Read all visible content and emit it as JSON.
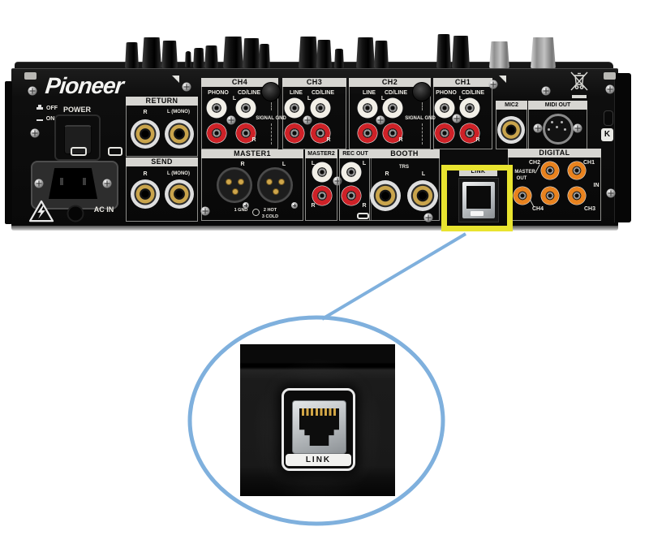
{
  "brand": "Pioneer",
  "colors": {
    "highlight_yellow": "#e9e42f",
    "callout_blue": "#7fb0dd",
    "rca_red": "#ce2127",
    "rca_white": "#f2efe7",
    "rca_orange": "#e8821e"
  },
  "power": {
    "off": "OFF",
    "on": "ON",
    "power": "POWER",
    "ac_in": "AC IN"
  },
  "return_section": {
    "title": "RETURN",
    "right": "R",
    "left": "L (MONO)"
  },
  "send_section": {
    "title": "SEND",
    "right": "R",
    "left": "L (MONO)"
  },
  "channels": [
    {
      "name": "CH4",
      "jack_left": "PHONO",
      "jack_right": "CD/LINE",
      "l": "L",
      "r": "R"
    },
    {
      "name": "CH3",
      "jack_left": "LINE",
      "jack_right": "CD/LINE",
      "l": "L",
      "r": "R"
    },
    {
      "name": "CH2",
      "jack_left": "LINE",
      "jack_right": "CD/LINE",
      "l": "L",
      "r": "R"
    },
    {
      "name": "CH1",
      "jack_left": "PHONO",
      "jack_right": "CD/LINE",
      "l": "L",
      "r": "R"
    }
  ],
  "signal_gnd": "SIGNAL GND",
  "master1": {
    "title": "MASTER1",
    "r": "R",
    "l": "L",
    "pin1": "1 GND",
    "pin2": "2 HOT",
    "pin3": "3 COLD"
  },
  "master2": {
    "title": "MASTER2",
    "l": "L",
    "r": "R"
  },
  "rec_out": {
    "title": "REC OUT",
    "l": "L",
    "r": "R"
  },
  "booth": {
    "title": "BOOTH",
    "trs": "TRS",
    "r": "R",
    "l": "L"
  },
  "link": {
    "title": "LINK"
  },
  "mic2": {
    "title": "MIC2"
  },
  "midi_out": {
    "title": "MIDI OUT"
  },
  "digital": {
    "title": "DIGITAL",
    "ch2": "CH2",
    "ch1": "CH1",
    "master": "MASTER",
    "out": "OUT",
    "in": "IN",
    "ch4": "CH4",
    "ch3": "CH3"
  },
  "inset": {
    "port_label": "LINK"
  },
  "icons": {
    "kensington_letter": "K",
    "weee": "crossed-out-wheeled-bin",
    "hazard": "high-voltage-triangle",
    "eject_off": "power-off-mark",
    "dash_on": "power-on-mark"
  }
}
